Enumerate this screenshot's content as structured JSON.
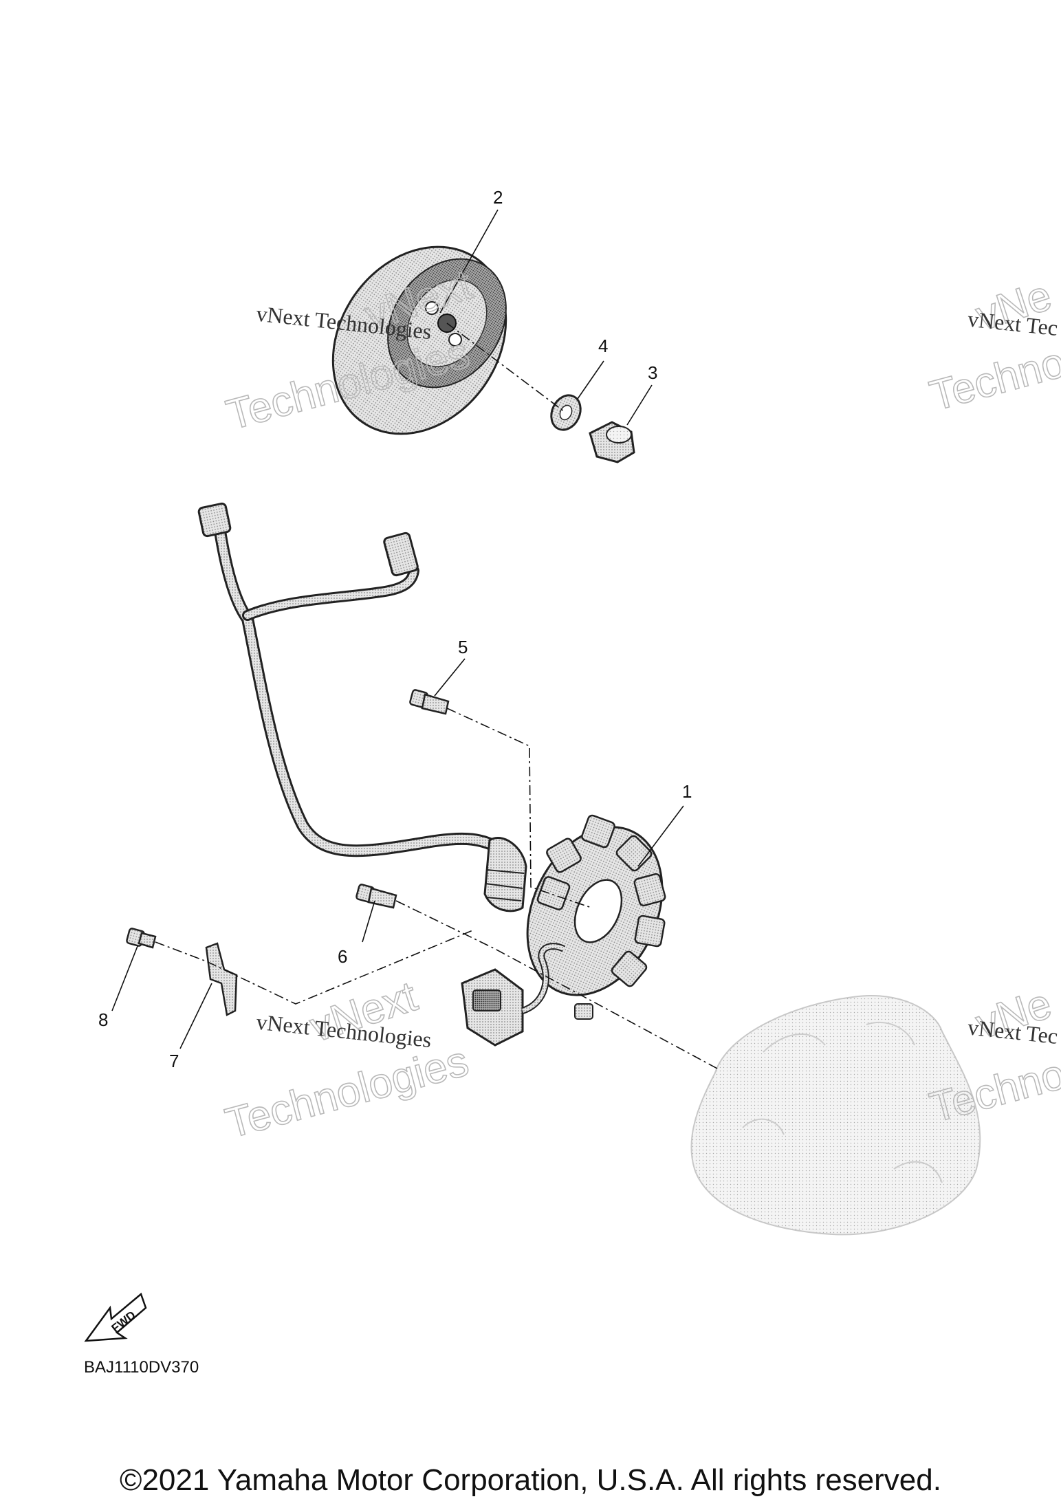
{
  "callouts": {
    "c1": "1",
    "c2": "2",
    "c3": "3",
    "c4": "4",
    "c5": "5",
    "c6": "6",
    "c7": "7",
    "c8": "8"
  },
  "watermark": {
    "line": "vNext Technologies",
    "big_top": "vNext",
    "big_bottom": "Technologies",
    "big_top_partial": "vNe",
    "big_bottom_partial": "Techno",
    "line_partial": "vNext Tec"
  },
  "fwd_label": "FWD",
  "diagram_code": "BAJ1110DV370",
  "copyright": "©2021 Yamaha Motor Corporation, U.S.A. All rights reserved."
}
